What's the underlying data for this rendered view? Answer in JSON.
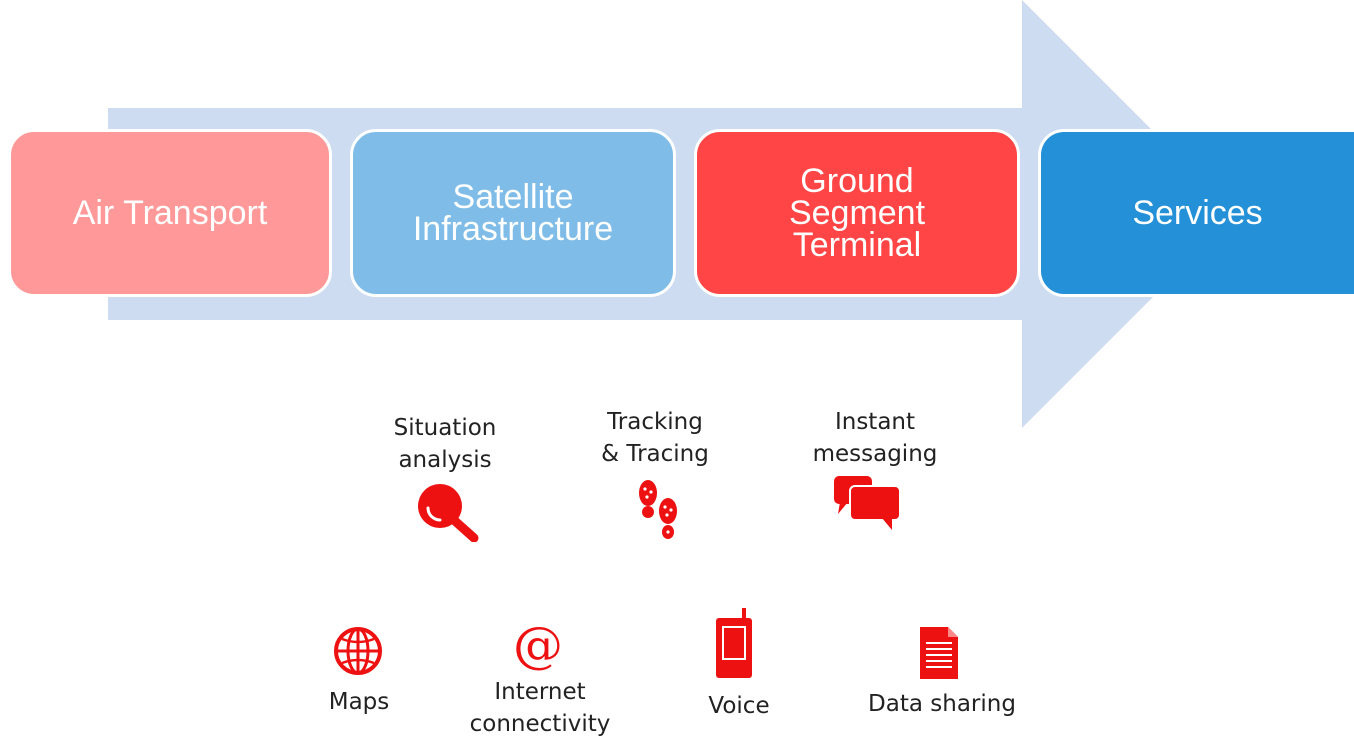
{
  "diagram": {
    "arrow_color": "#cddcf0",
    "stages": [
      {
        "label": "Air Transport",
        "color": "#ff9999"
      },
      {
        "label": "Satellite\nInfrastructure",
        "color": "#7fbde8"
      },
      {
        "label": "Ground\nSegment\nTerminal",
        "color": "#ff4545"
      },
      {
        "label": "Services",
        "color": "#2490d8"
      }
    ],
    "services": [
      {
        "label": "Situation\nanalysis",
        "icon": "magnifier-icon"
      },
      {
        "label": "Tracking\n& Tracing",
        "icon": "footprints-icon"
      },
      {
        "label": "Instant\nmessaging",
        "icon": "chat-bubbles-icon"
      },
      {
        "label": "Maps",
        "icon": "globe-icon"
      },
      {
        "label": "Internet\nconnectivity",
        "icon": "at-sign-icon"
      },
      {
        "label": "Voice",
        "icon": "mobile-phone-icon"
      },
      {
        "label": "Data sharing",
        "icon": "document-icon"
      }
    ],
    "icon_color": "#ee1111"
  }
}
